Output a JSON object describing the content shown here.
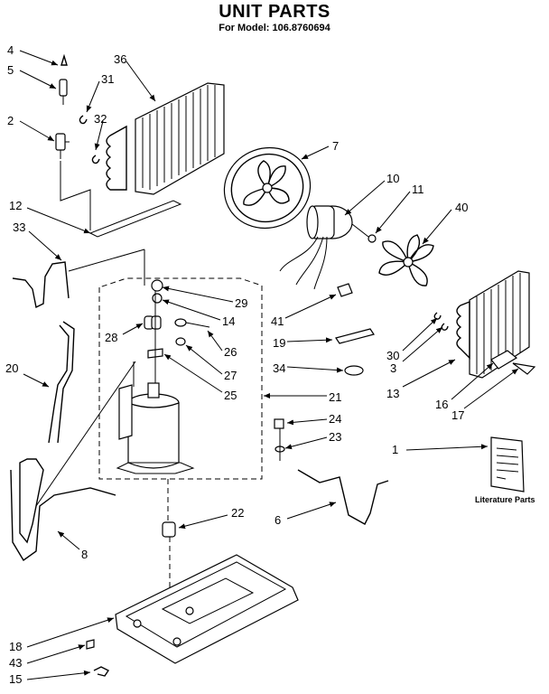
{
  "header": {
    "title": "UNIT PARTS",
    "subtitle": "For Model: 106.8760694"
  },
  "callouts": [
    "4",
    "5",
    "2",
    "36",
    "31",
    "32",
    "7",
    "10",
    "11",
    "40",
    "12",
    "33",
    "29",
    "14",
    "28",
    "26",
    "27",
    "25",
    "21",
    "24",
    "23",
    "41",
    "19",
    "34",
    "30",
    "3",
    "13",
    "16",
    "17",
    "20",
    "1",
    "22",
    "6",
    "8",
    "18",
    "43",
    "15"
  ],
  "literature_label": "Literature Parts"
}
